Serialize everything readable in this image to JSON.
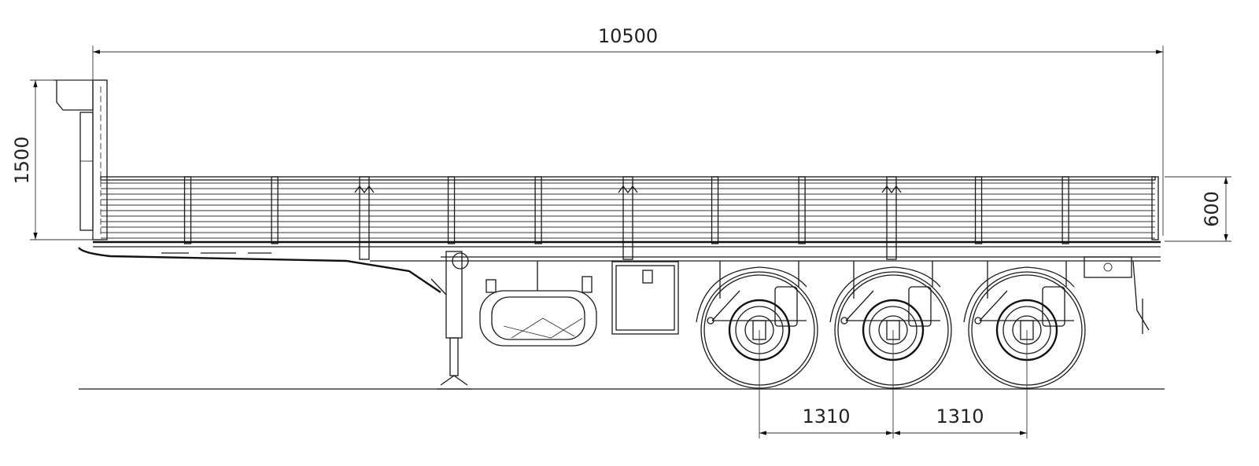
{
  "drawing": {
    "dimensions": {
      "overall_length": "10500",
      "headboard_height": "1500",
      "side_panel_height": "600",
      "axle_spacing_1": "1310",
      "axle_spacing_2": "1310"
    },
    "line_color": "#1a1a1a",
    "background": "#ffffff",
    "axle_count": 3,
    "side_panel_sections": 4
  }
}
